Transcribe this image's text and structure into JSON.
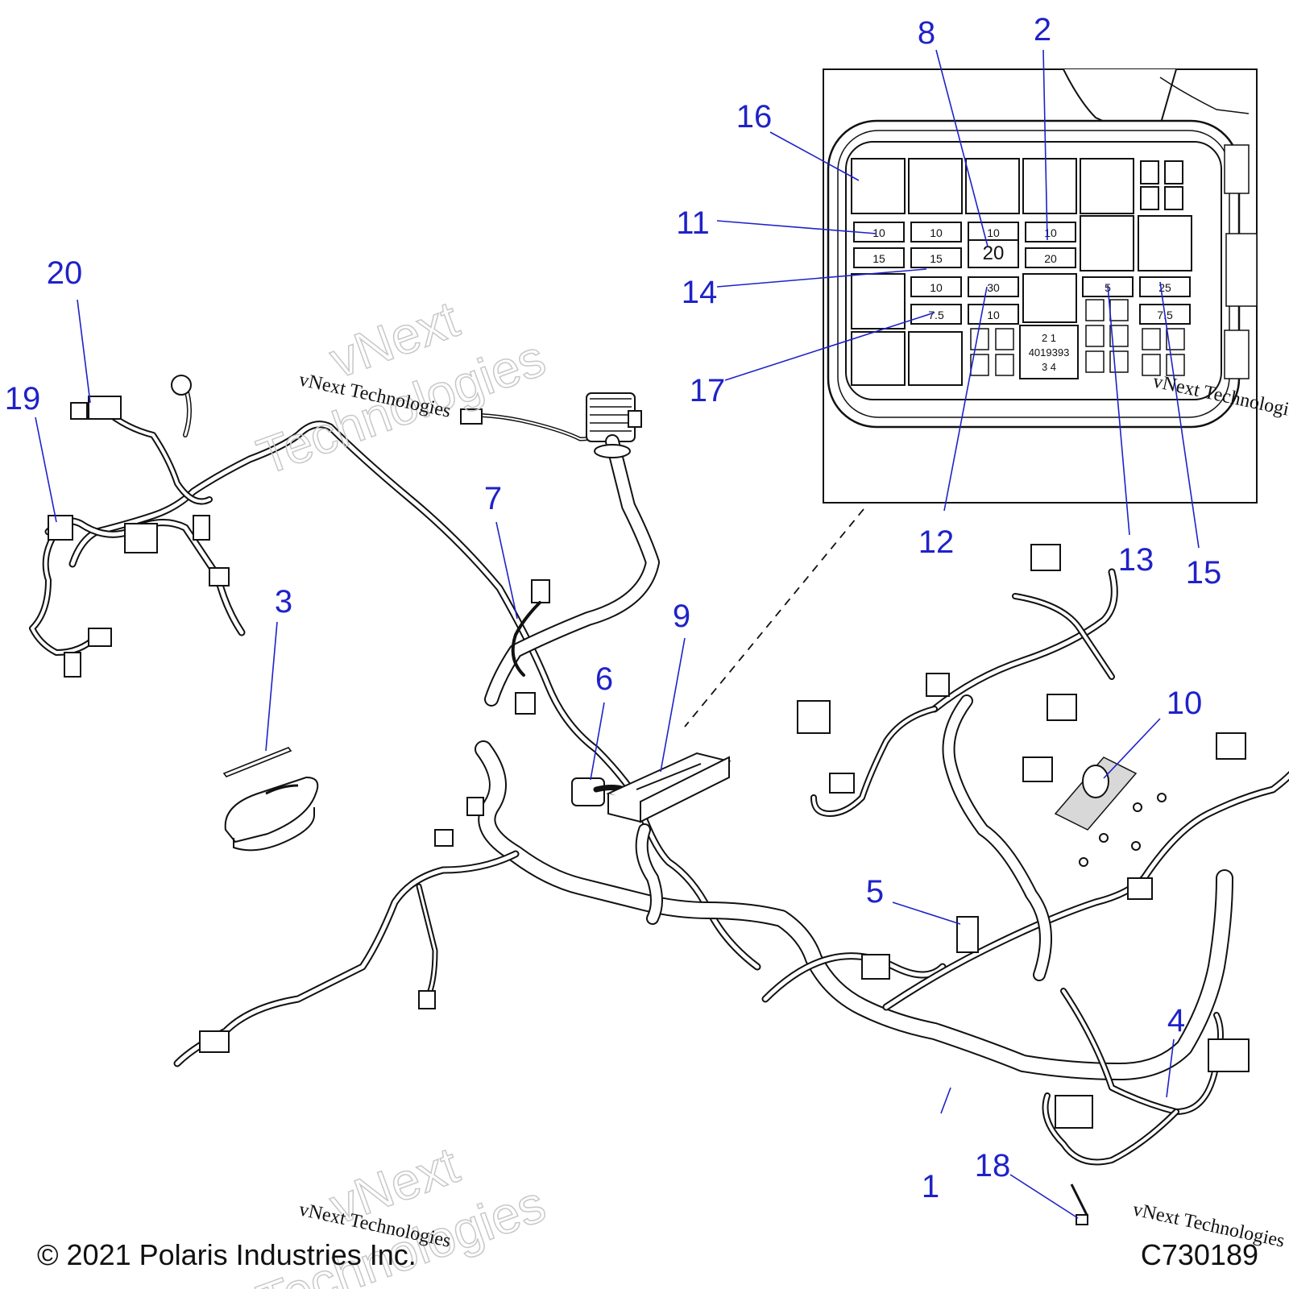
{
  "diagram": {
    "callouts": [
      {
        "id": "c1",
        "label": "1"
      },
      {
        "id": "c2",
        "label": "2"
      },
      {
        "id": "c3",
        "label": "3"
      },
      {
        "id": "c4",
        "label": "4"
      },
      {
        "id": "c5",
        "label": "5"
      },
      {
        "id": "c6",
        "label": "6"
      },
      {
        "id": "c7",
        "label": "7"
      },
      {
        "id": "c8",
        "label": "8"
      },
      {
        "id": "c9",
        "label": "9"
      },
      {
        "id": "c10",
        "label": "10"
      },
      {
        "id": "c11",
        "label": "11"
      },
      {
        "id": "c12",
        "label": "12"
      },
      {
        "id": "c13",
        "label": "13"
      },
      {
        "id": "c14",
        "label": "14"
      },
      {
        "id": "c15",
        "label": "15"
      },
      {
        "id": "c16",
        "label": "16"
      },
      {
        "id": "c17",
        "label": "17"
      },
      {
        "id": "c18",
        "label": "18"
      },
      {
        "id": "c19",
        "label": "19"
      },
      {
        "id": "c20",
        "label": "20"
      }
    ],
    "fuse_ratings": {
      "r1": [
        "10",
        "10",
        "10",
        "10"
      ],
      "r2": [
        "15",
        "15",
        "20",
        "20"
      ],
      "r3": [
        "10",
        "30",
        "5",
        "25"
      ],
      "r4": [
        "7.5",
        "10",
        "7.5"
      ]
    },
    "relay_label": {
      "top": "2      1",
      "part_number": "4019393",
      "bottom": "3      4"
    },
    "watermark": {
      "line1": "vNext",
      "line2": "Technologies",
      "small": "vNext Technologies"
    },
    "footer": {
      "copyright": "© 2021 Polaris Industries Inc.",
      "drawing_number": "C730189"
    },
    "accent_color": "#1f22c8"
  }
}
